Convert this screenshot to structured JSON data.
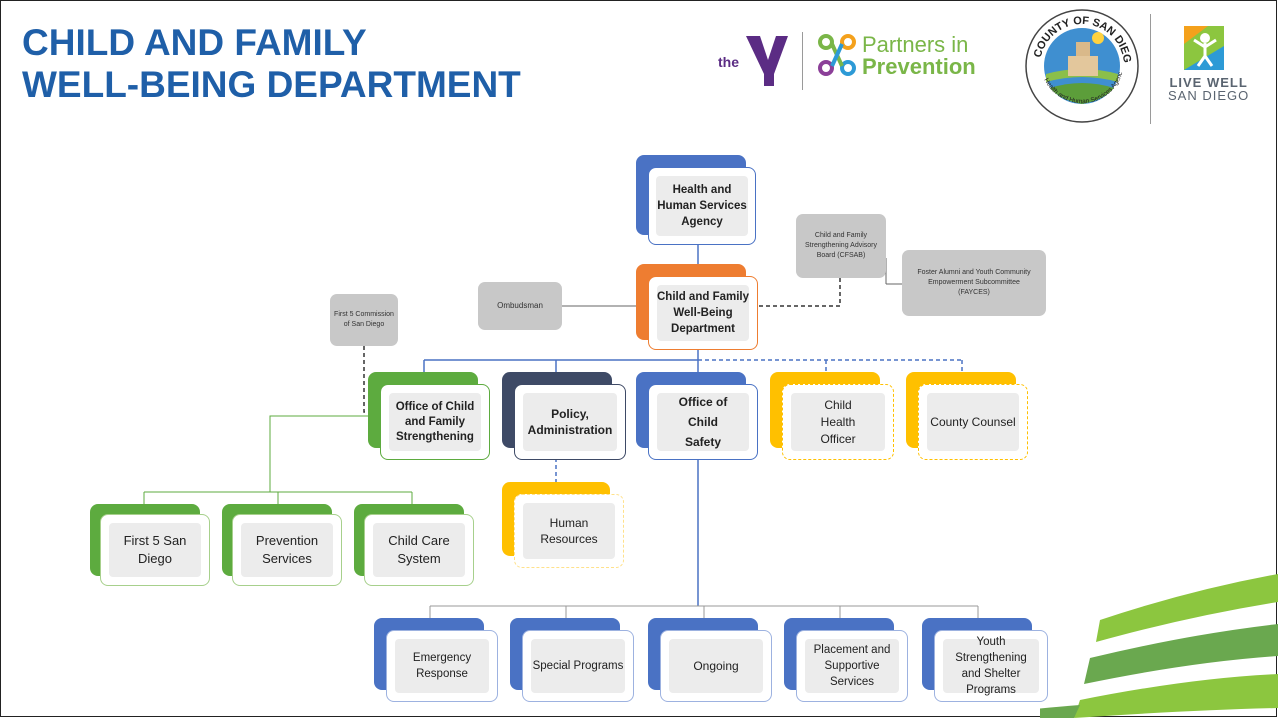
{
  "slide": {
    "title_line1": "CHILD AND FAMILY",
    "title_line2": "WELL-BEING DEPARTMENT"
  },
  "logos": {
    "ymca_text": "the",
    "pip_line1": "Partners in",
    "pip_line2": "Prevention",
    "county_seal_text": "COUNTY OF SAN DIEGO",
    "county_seal_sub": "Health and Human Services Agency",
    "livewell_line1": "LIVE WELL",
    "livewell_line2": "SAN DIEGO"
  },
  "org": {
    "hhsa": "Health and Human Services Agency",
    "cfwb": "Child and Family Well-Being Department",
    "ombudsman": "Ombudsman",
    "cfsab": "Child and Family Strengthening Advisory Board (CFSAB)",
    "fayces": "Foster Alumni and Youth Community Empowerment Subcommittee (FAYCES)",
    "first5_commission": "First 5 Commission of San Diego",
    "ocfs": "Office of Child and Family Strengthening",
    "policy_admin": "Policy, Administration",
    "ocs": "Office of Child Safety",
    "cho": "Child Health Officer",
    "county_counsel": "County Counsel",
    "first5_sd": "First 5 San Diego",
    "prevention": "Prevention Services",
    "childcare": "Child Care System",
    "hr": "Human Resources",
    "emergency": "Emergency Response",
    "special": "Special Programs",
    "ongoing": "Ongoing",
    "placement": "Placement and Supportive Services",
    "youth": "Youth Strengthening and Shelter Programs"
  },
  "colors": {
    "title": "#1f5fa8",
    "blue": "#4a72c4",
    "dark_blue": "#3e4a66",
    "orange": "#ee7d31",
    "green": "#5dab3f",
    "gold": "#ffc000",
    "gray_box": "#c8c8c8",
    "accent_green": "#8cc63f"
  }
}
